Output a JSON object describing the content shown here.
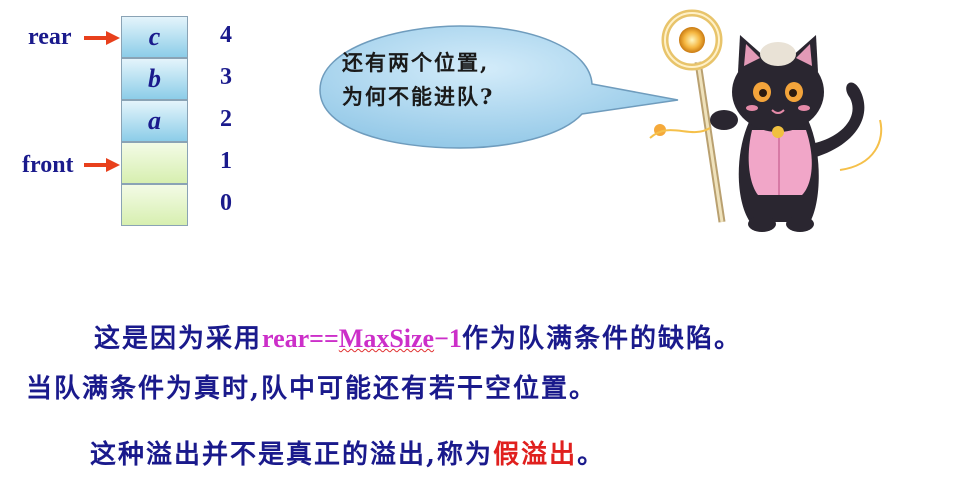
{
  "queue": {
    "cells": [
      {
        "index": "4",
        "value": "c"
      },
      {
        "index": "3",
        "value": "b"
      },
      {
        "index": "2",
        "value": "a"
      },
      {
        "index": "1",
        "value": ""
      },
      {
        "index": "0",
        "value": ""
      }
    ],
    "rear_label": "rear",
    "front_label": "front"
  },
  "bubble": {
    "line1": "还有两个位置,",
    "line2": "为何不能进队?"
  },
  "text": {
    "l1_a": "这是因为采用",
    "l1_rear": "rear==",
    "l1_maxsize": "MaxSize",
    "l1_minus": "−1",
    "l1_b": "作为队满条件的缺陷。",
    "l2": "当队满条件为真时,队中可能还有若干空位置。",
    "l3_a": "这种溢出并不是真正的溢出,称为",
    "l3_red": "假溢出",
    "l3_b": "。"
  },
  "colors": {
    "text": "#1a1a8c",
    "highlight": "#cc2fc9",
    "emphasis": "#e0201e",
    "arrow": "#e8401c",
    "bubble": "#a8d8f0"
  }
}
